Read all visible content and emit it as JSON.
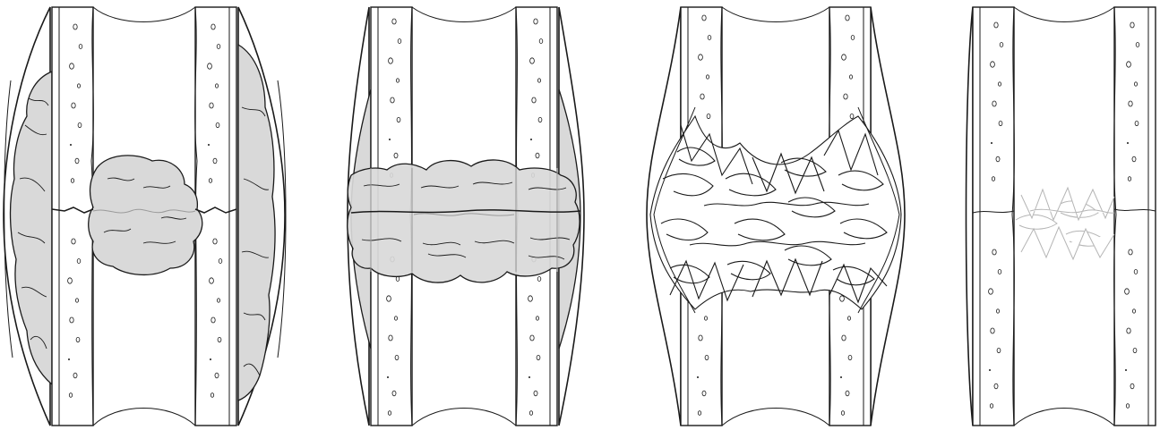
{
  "figure": {
    "stage_count": 4,
    "stages": [
      {
        "id": "stage-1",
        "depicts": "hematoma-formation",
        "has_text": false
      },
      {
        "id": "stage-2",
        "depicts": "fibrocartilaginous-callus",
        "has_text": false
      },
      {
        "id": "stage-3",
        "depicts": "bony-callus",
        "has_text": false
      },
      {
        "id": "stage-4",
        "depicts": "bone-remodeling",
        "has_text": false
      }
    ],
    "colors": {
      "outline": "#1a1a1a",
      "callus_fill": "#d9d9d9",
      "faint_trabeculae": "#b5b5b5",
      "background": "#ffffff"
    }
  }
}
